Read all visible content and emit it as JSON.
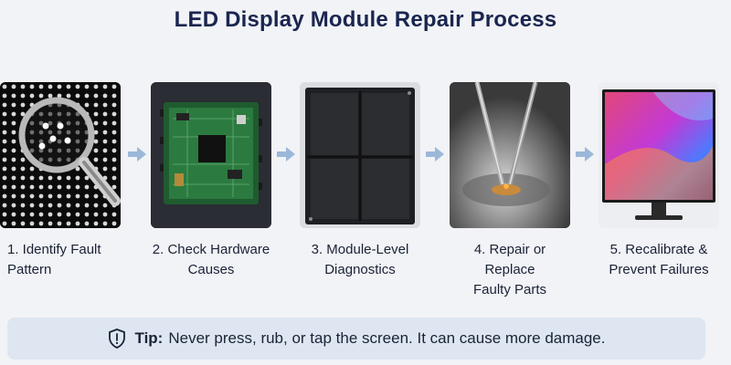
{
  "title": "LED Display Module Repair Process",
  "steps": [
    {
      "label_line1": "1. Identify Fault",
      "label_line2": "Pattern"
    },
    {
      "label_line1": "2. Check Hardware",
      "label_line2": "Causes"
    },
    {
      "label_line1": "3. Module-Level",
      "label_line2": "Diagnostics"
    },
    {
      "label_line1": "4. Repair or Replace",
      "label_line2": "Faulty Parts"
    },
    {
      "label_line1": "5. Recalibrate &",
      "label_line2": "Prevent Failures"
    }
  ],
  "tip": {
    "prefix": "Tip:",
    "text": "Never press, rub, or tap the screen. It can cause more damage.",
    "icon": "shield-icon"
  },
  "colors": {
    "title": "#1a2550",
    "arrow": "#9bb8d8",
    "tip_bg": "#dde6f1"
  }
}
